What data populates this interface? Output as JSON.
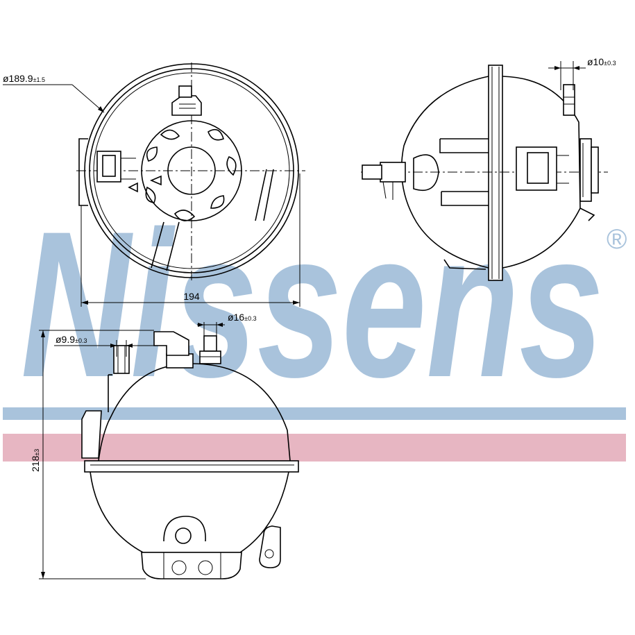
{
  "brand": {
    "wordmark": "Nissens",
    "registered_mark": "®",
    "wordmark_color": "#a9c3dc",
    "band_blue_color": "#a9c3dc",
    "band_pink_color": "#e7b6c2"
  },
  "top_view": {
    "diameter_label": "ø189.9",
    "diameter_tol": "±1.5",
    "width_label": "194"
  },
  "side_view": {
    "port_label": "ø10",
    "port_tol": "±0.3"
  },
  "front_view": {
    "port_a_label": "ø9.9",
    "port_a_tol": "±0.3",
    "port_b_label": "ø16",
    "port_b_tol": "±0.3",
    "height_label": "218",
    "height_tol": "±3"
  }
}
